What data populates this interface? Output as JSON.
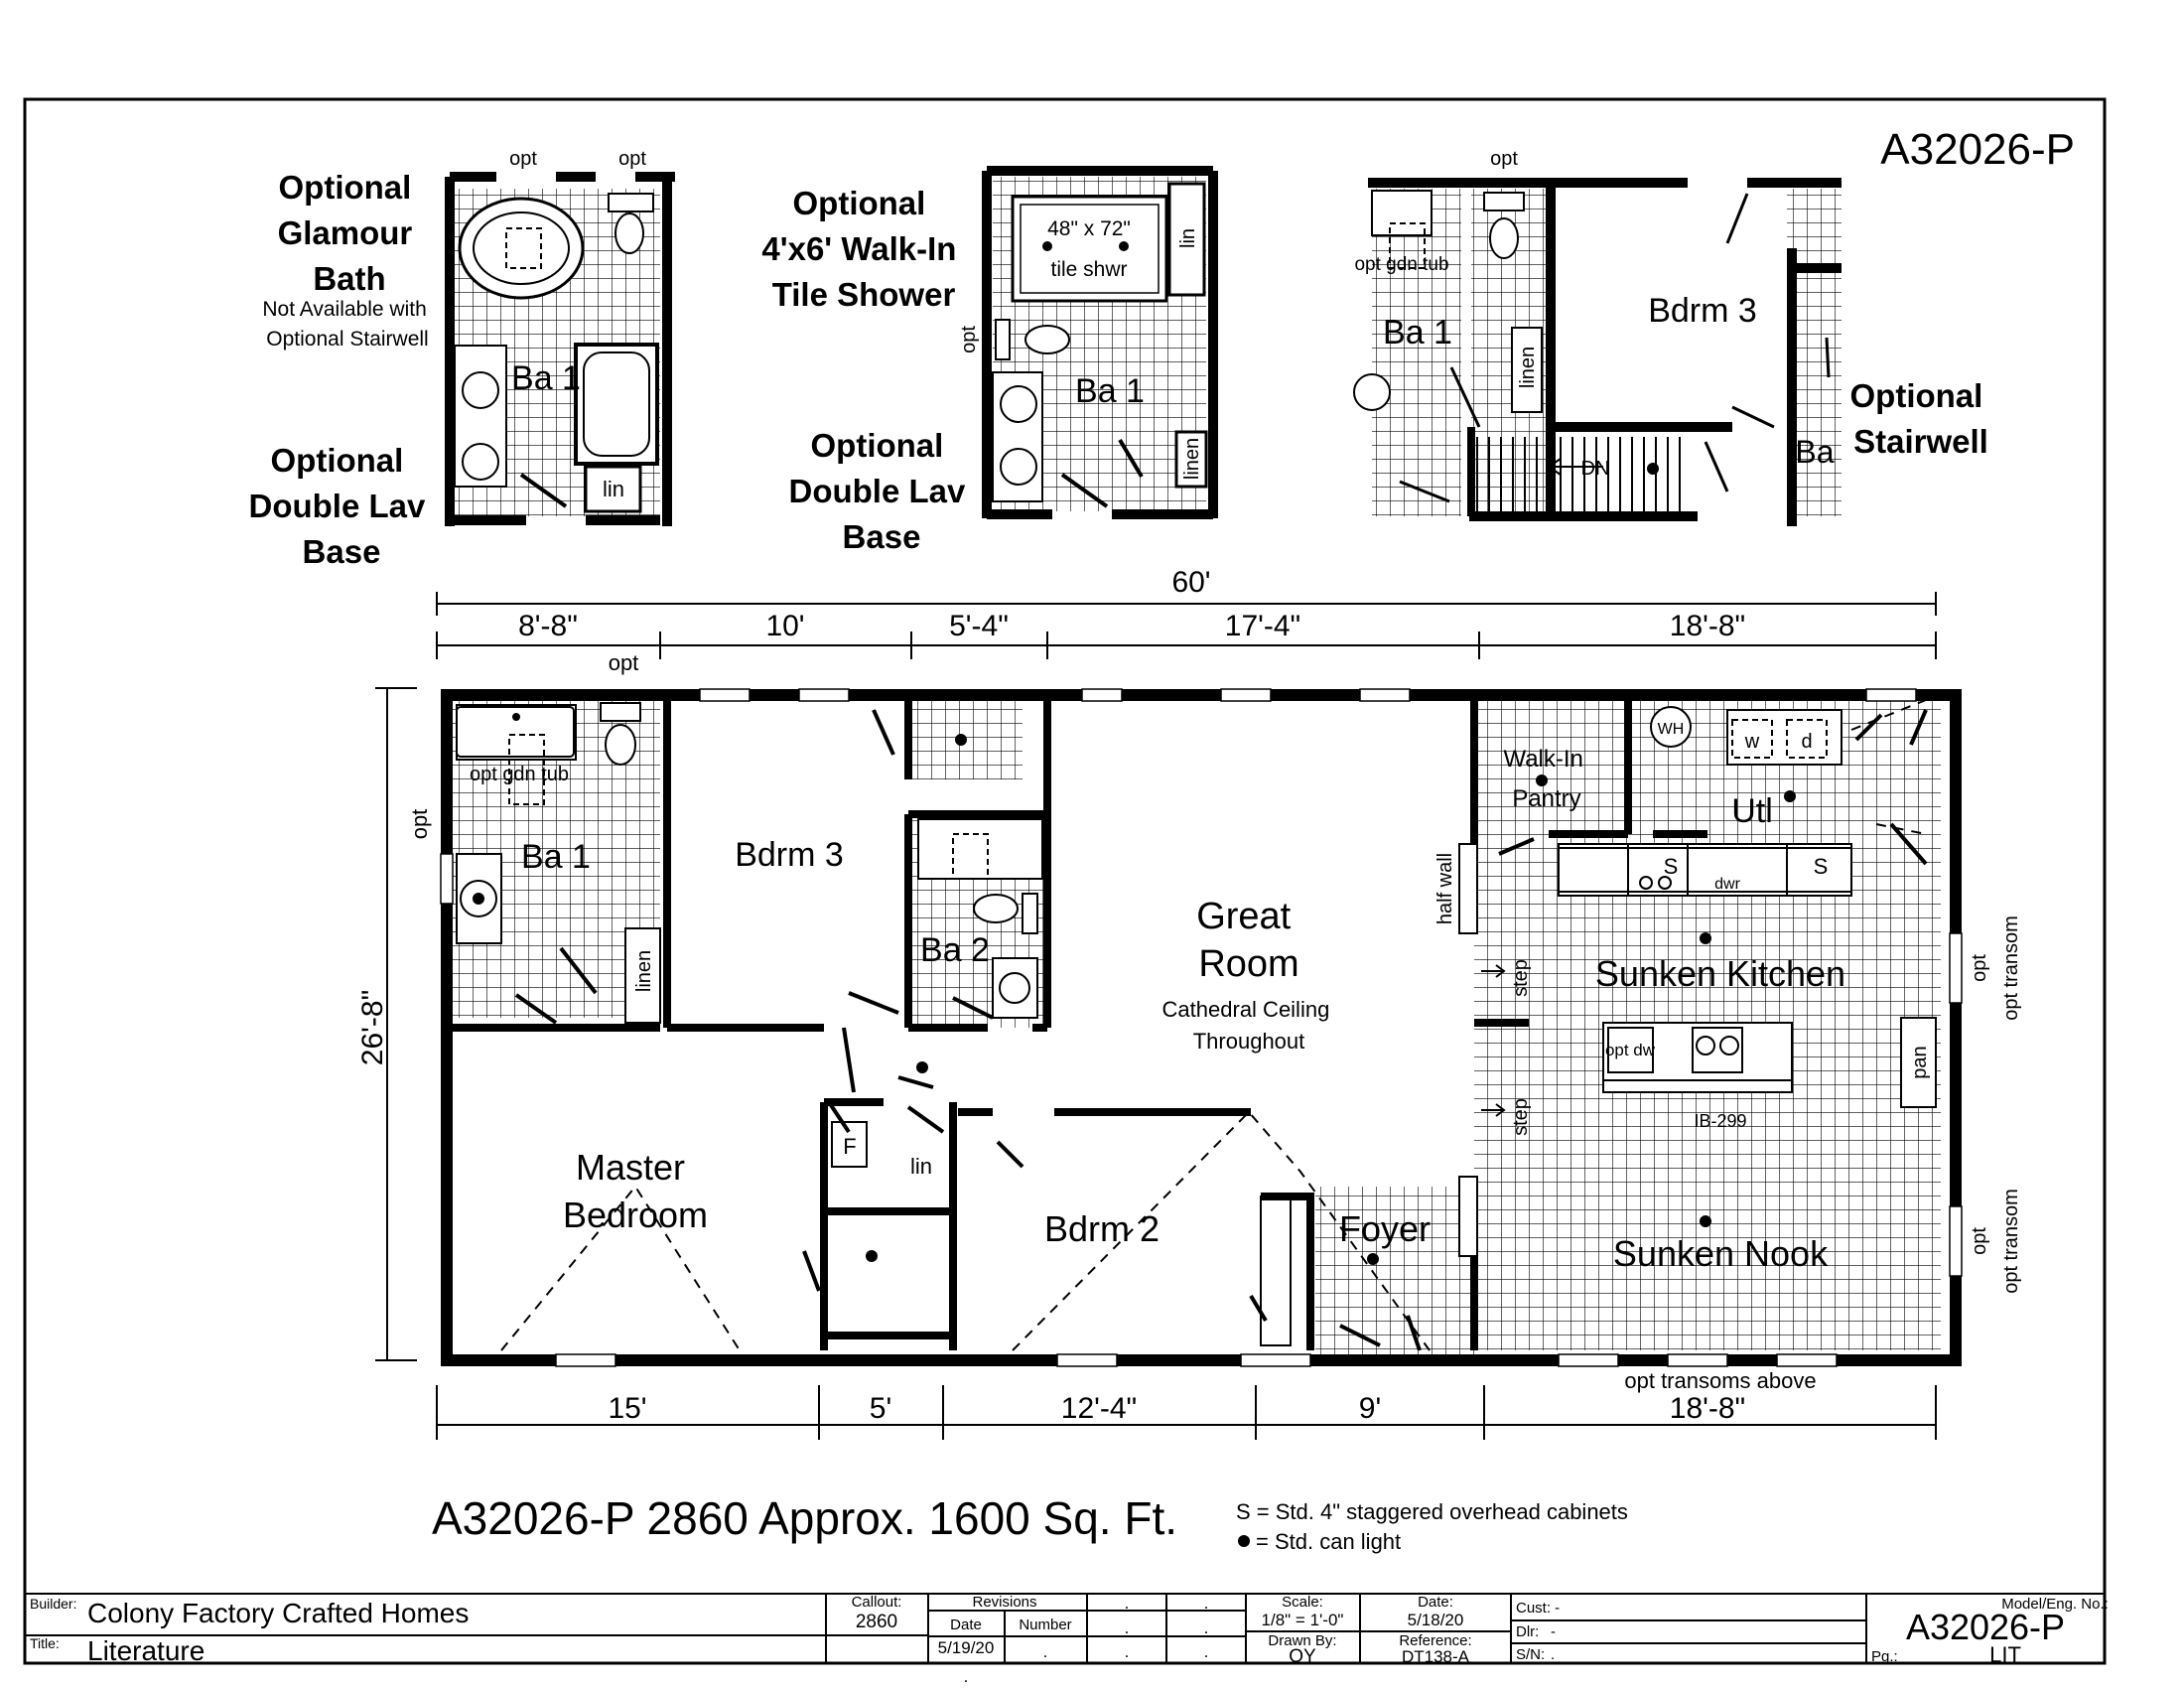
{
  "model_code": "A32026-P",
  "insets": {
    "glamour": {
      "title_lines": [
        "Optional",
        "Glamour",
        "Bath"
      ],
      "note_lines": [
        "Not Available with",
        "Optional Stairwell"
      ],
      "lav_lines": [
        "Optional",
        "Double Lav",
        "Base"
      ],
      "room": "Ba 1",
      "opt_a": "opt",
      "opt_b": "opt",
      "lin": "lin"
    },
    "shower": {
      "title_lines": [
        "Optional",
        "4'x6' Walk-In",
        "Tile Shower"
      ],
      "lav_lines": [
        "Optional",
        "Double Lav",
        "Base"
      ],
      "room": "Ba 1",
      "shower_size": "48\" x 72\"",
      "shower_label": "tile shwr",
      "lin": "lin",
      "linen": "linen",
      "opt": "opt"
    },
    "stairwell": {
      "title_lines": [
        "Optional",
        "Stairwell"
      ],
      "opt": "opt",
      "tub": "opt gdn tub",
      "bath": "Ba 1",
      "bedroom": "Bdrm 3",
      "linen": "linen",
      "stair": "DN",
      "cut_label": "Ba"
    }
  },
  "dimensions": {
    "overall": "60'",
    "top": [
      "8'-8\"",
      "10'",
      "5'-4\"",
      "17'-4\"",
      "18'-8\""
    ],
    "bottom": [
      "15'",
      "5'",
      "12'-4\"",
      "9'",
      "18'-8\""
    ],
    "side": "26'-8\""
  },
  "rooms": {
    "ba1": "Ba 1",
    "tub": "opt gdn tub",
    "opt_left": "opt",
    "opt_top": "opt",
    "linen": "linen",
    "bdrm3": "Bdrm 3",
    "ba2": "Ba 2",
    "great_room_lines": [
      "Great",
      "Room"
    ],
    "great_room_note_lines": [
      "Cathedral Ceiling",
      "Throughout"
    ],
    "master_lines": [
      "Master",
      "Bedroom"
    ],
    "bdrm2": "Bdrm 2",
    "lin": "lin",
    "closet_f": "F",
    "foyer": "Foyer",
    "walkin_lines": [
      "Walk-In",
      "Pantry"
    ],
    "utl": "Utl",
    "wh": "WH",
    "washer": "w",
    "dryer": "d",
    "half_wall": "half wall",
    "sunken_kitchen": "Sunken Kitchen",
    "sunken_nook": "Sunken Nook",
    "s_cab_a": "S",
    "s_cab_b": "S",
    "dwr": "dwr",
    "opt_dw": "opt dw",
    "island": "IB-299",
    "step_a": "step",
    "step_b": "step",
    "pan": "pan",
    "opt_right_a": "opt",
    "opt_transom_a": "opt transom",
    "opt_right_b": "opt",
    "opt_transom_b": "opt transom",
    "transoms_above": "opt transoms above"
  },
  "caption": "A32026-P 2860  Approx. 1600 Sq. Ft.",
  "legend": {
    "cabinets": "S = Std. 4\" staggered overhead cabinets",
    "light": "= Std. can light"
  },
  "title_block": {
    "builder_label": "Builder:",
    "builder": "Colony Factory Crafted Homes",
    "title_label": "Title:",
    "title": "Literature",
    "callout_label": "Callout:",
    "callout": "2860",
    "revisions_label": "Revisions",
    "date_col": "Date",
    "number_col": "Number",
    "rev_date": "5/19/20",
    "dot": ".",
    "scale_label": "Scale:",
    "scale": "1/8\" = 1'-0\"",
    "date_label": "Date:",
    "date": "5/18/20",
    "drawn_label": "Drawn By:",
    "drawn": "OY",
    "reference_label": "Reference:",
    "reference": "DT138-A",
    "cust_label": "Cust: -",
    "dlr_label": "Dlr:",
    "dlr": "-",
    "sn_label": "S/N:",
    "sn": ".",
    "model_label": "Model/Eng. No.:",
    "model": "A32026-P",
    "pg_label": "Pg.:",
    "pg": "LIT"
  }
}
